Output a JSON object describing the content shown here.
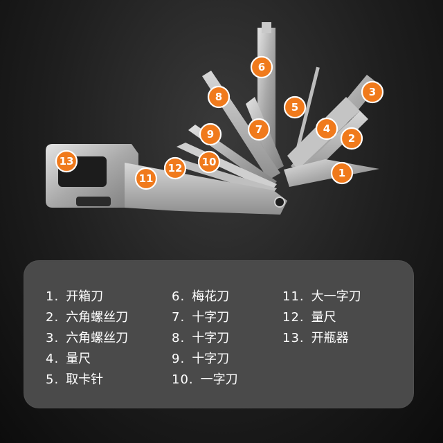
{
  "badges": [
    "1",
    "2",
    "3",
    "4",
    "5",
    "6",
    "7",
    "8",
    "9",
    "10",
    "11",
    "12",
    "13"
  ],
  "legend": {
    "col1": [
      {
        "num": "1.",
        "label": "开箱刀"
      },
      {
        "num": "2.",
        "label": "六角螺丝刀"
      },
      {
        "num": "3.",
        "label": "六角螺丝刀"
      },
      {
        "num": "4.",
        "label": "量尺"
      },
      {
        "num": "5.",
        "label": "取卡针"
      }
    ],
    "col2": [
      {
        "num": "6.",
        "label": "梅花刀"
      },
      {
        "num": "7.",
        "label": "十字刀"
      },
      {
        "num": "8.",
        "label": "十字刀"
      },
      {
        "num": "9.",
        "label": "十字刀"
      },
      {
        "num": "10.",
        "label": "一字刀"
      }
    ],
    "col3": [
      {
        "num": "11.",
        "label": "大一字刀"
      },
      {
        "num": "12.",
        "label": "量尺"
      },
      {
        "num": "13.",
        "label": "开瓶器"
      }
    ]
  },
  "colors": {
    "badge": "#f07a1c",
    "panel": "#4a4a4a",
    "metal": "#b8b8b8"
  }
}
